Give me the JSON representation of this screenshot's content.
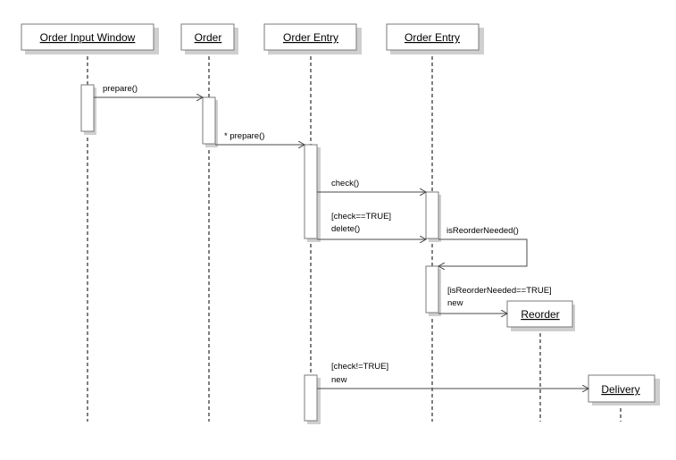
{
  "objects": {
    "order_input_window": "Order Input Window",
    "order": "Order",
    "order_entry_1": "Order Entry",
    "order_entry_2": "Order Entry",
    "reorder": "Reorder",
    "delivery": "Delivery"
  },
  "messages": {
    "prepare": "prepare()",
    "star_prepare": "* prepare()",
    "check": "check()",
    "guard_check_true": "[check==TRUE]",
    "delete": "delete()",
    "is_reorder_needed": "isReorderNeeded()",
    "guard_reorder_true": "[isReorderNeeded==TRUE]",
    "new_reorder": "new",
    "guard_check_not_true": "[check!=TRUE]",
    "new_delivery": "new"
  }
}
